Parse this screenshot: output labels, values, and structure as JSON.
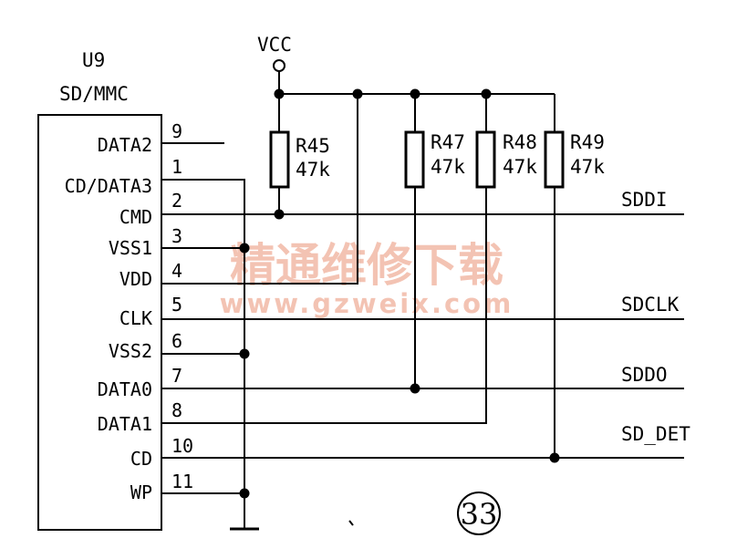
{
  "chip": {
    "ref": "U9",
    "type": "SD/MMC"
  },
  "pins": [
    {
      "num": "9",
      "name": "DATA2"
    },
    {
      "num": "1",
      "name": "CD/DATA3"
    },
    {
      "num": "2",
      "name": "CMD"
    },
    {
      "num": "3",
      "name": "VSS1"
    },
    {
      "num": "4",
      "name": "VDD"
    },
    {
      "num": "5",
      "name": "CLK"
    },
    {
      "num": "6",
      "name": "VSS2"
    },
    {
      "num": "7",
      "name": "DATA0"
    },
    {
      "num": "8",
      "name": "DATA1"
    },
    {
      "num": "10",
      "name": "CD"
    },
    {
      "num": "11",
      "name": "WP"
    }
  ],
  "power": {
    "label": "VCC"
  },
  "resistors": [
    {
      "ref": "R45",
      "value": "47k"
    },
    {
      "ref": "R47",
      "value": "47k"
    },
    {
      "ref": "R48",
      "value": "47k"
    },
    {
      "ref": "R49",
      "value": "47k"
    }
  ],
  "signals": {
    "sddi": "SDDI",
    "sdclk": "SDCLK",
    "sddo": "SDDO",
    "sd_det": "SD_DET"
  },
  "figure_number": "33",
  "watermark": {
    "chinese": "精通维修下载",
    "url": "www.gzweix.com"
  }
}
